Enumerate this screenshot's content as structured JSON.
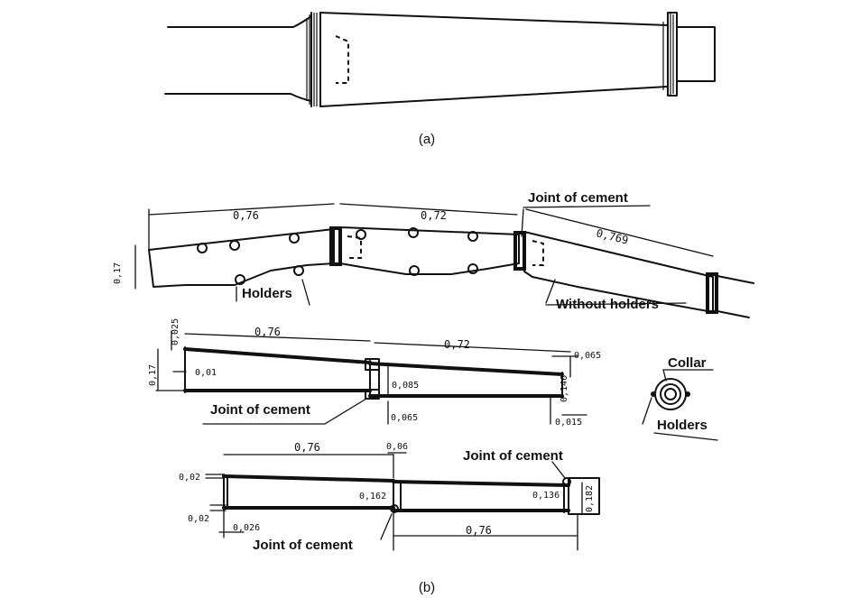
{
  "captions": {
    "a": "(a)",
    "b": "(b)"
  },
  "row1": {
    "joint_label": "Joint of cement",
    "holders_label": "Holders",
    "without_holders_label": "Without holders",
    "dims": {
      "height": "0,17",
      "len1": "0,76",
      "len2": "0,72",
      "len3": "0,769"
    }
  },
  "row2": {
    "joint_label": "Joint of cement",
    "dims": {
      "top": "0,025",
      "height": "0,17",
      "wall": "0,01",
      "len1": "0,76",
      "len2": "0,72",
      "mid": "0,085",
      "bottom": "0,065",
      "right_top": "0,065",
      "right_h": "0,146",
      "right_b": "0,015"
    }
  },
  "collar_detail": {
    "collar_label": "Collar",
    "holders_label": "Holders"
  },
  "row3": {
    "joint_top_label": "Joint of cement",
    "joint_bottom_label": "Joint of cement",
    "dims": {
      "left_top": "0,02",
      "left_bottom": "0,02",
      "len1": "0,76",
      "gap": "0,06",
      "mid": "0,162",
      "right_inner": "0,136",
      "right_h": "0,182",
      "bottom_small": "0,026",
      "len2": "0,76"
    }
  }
}
